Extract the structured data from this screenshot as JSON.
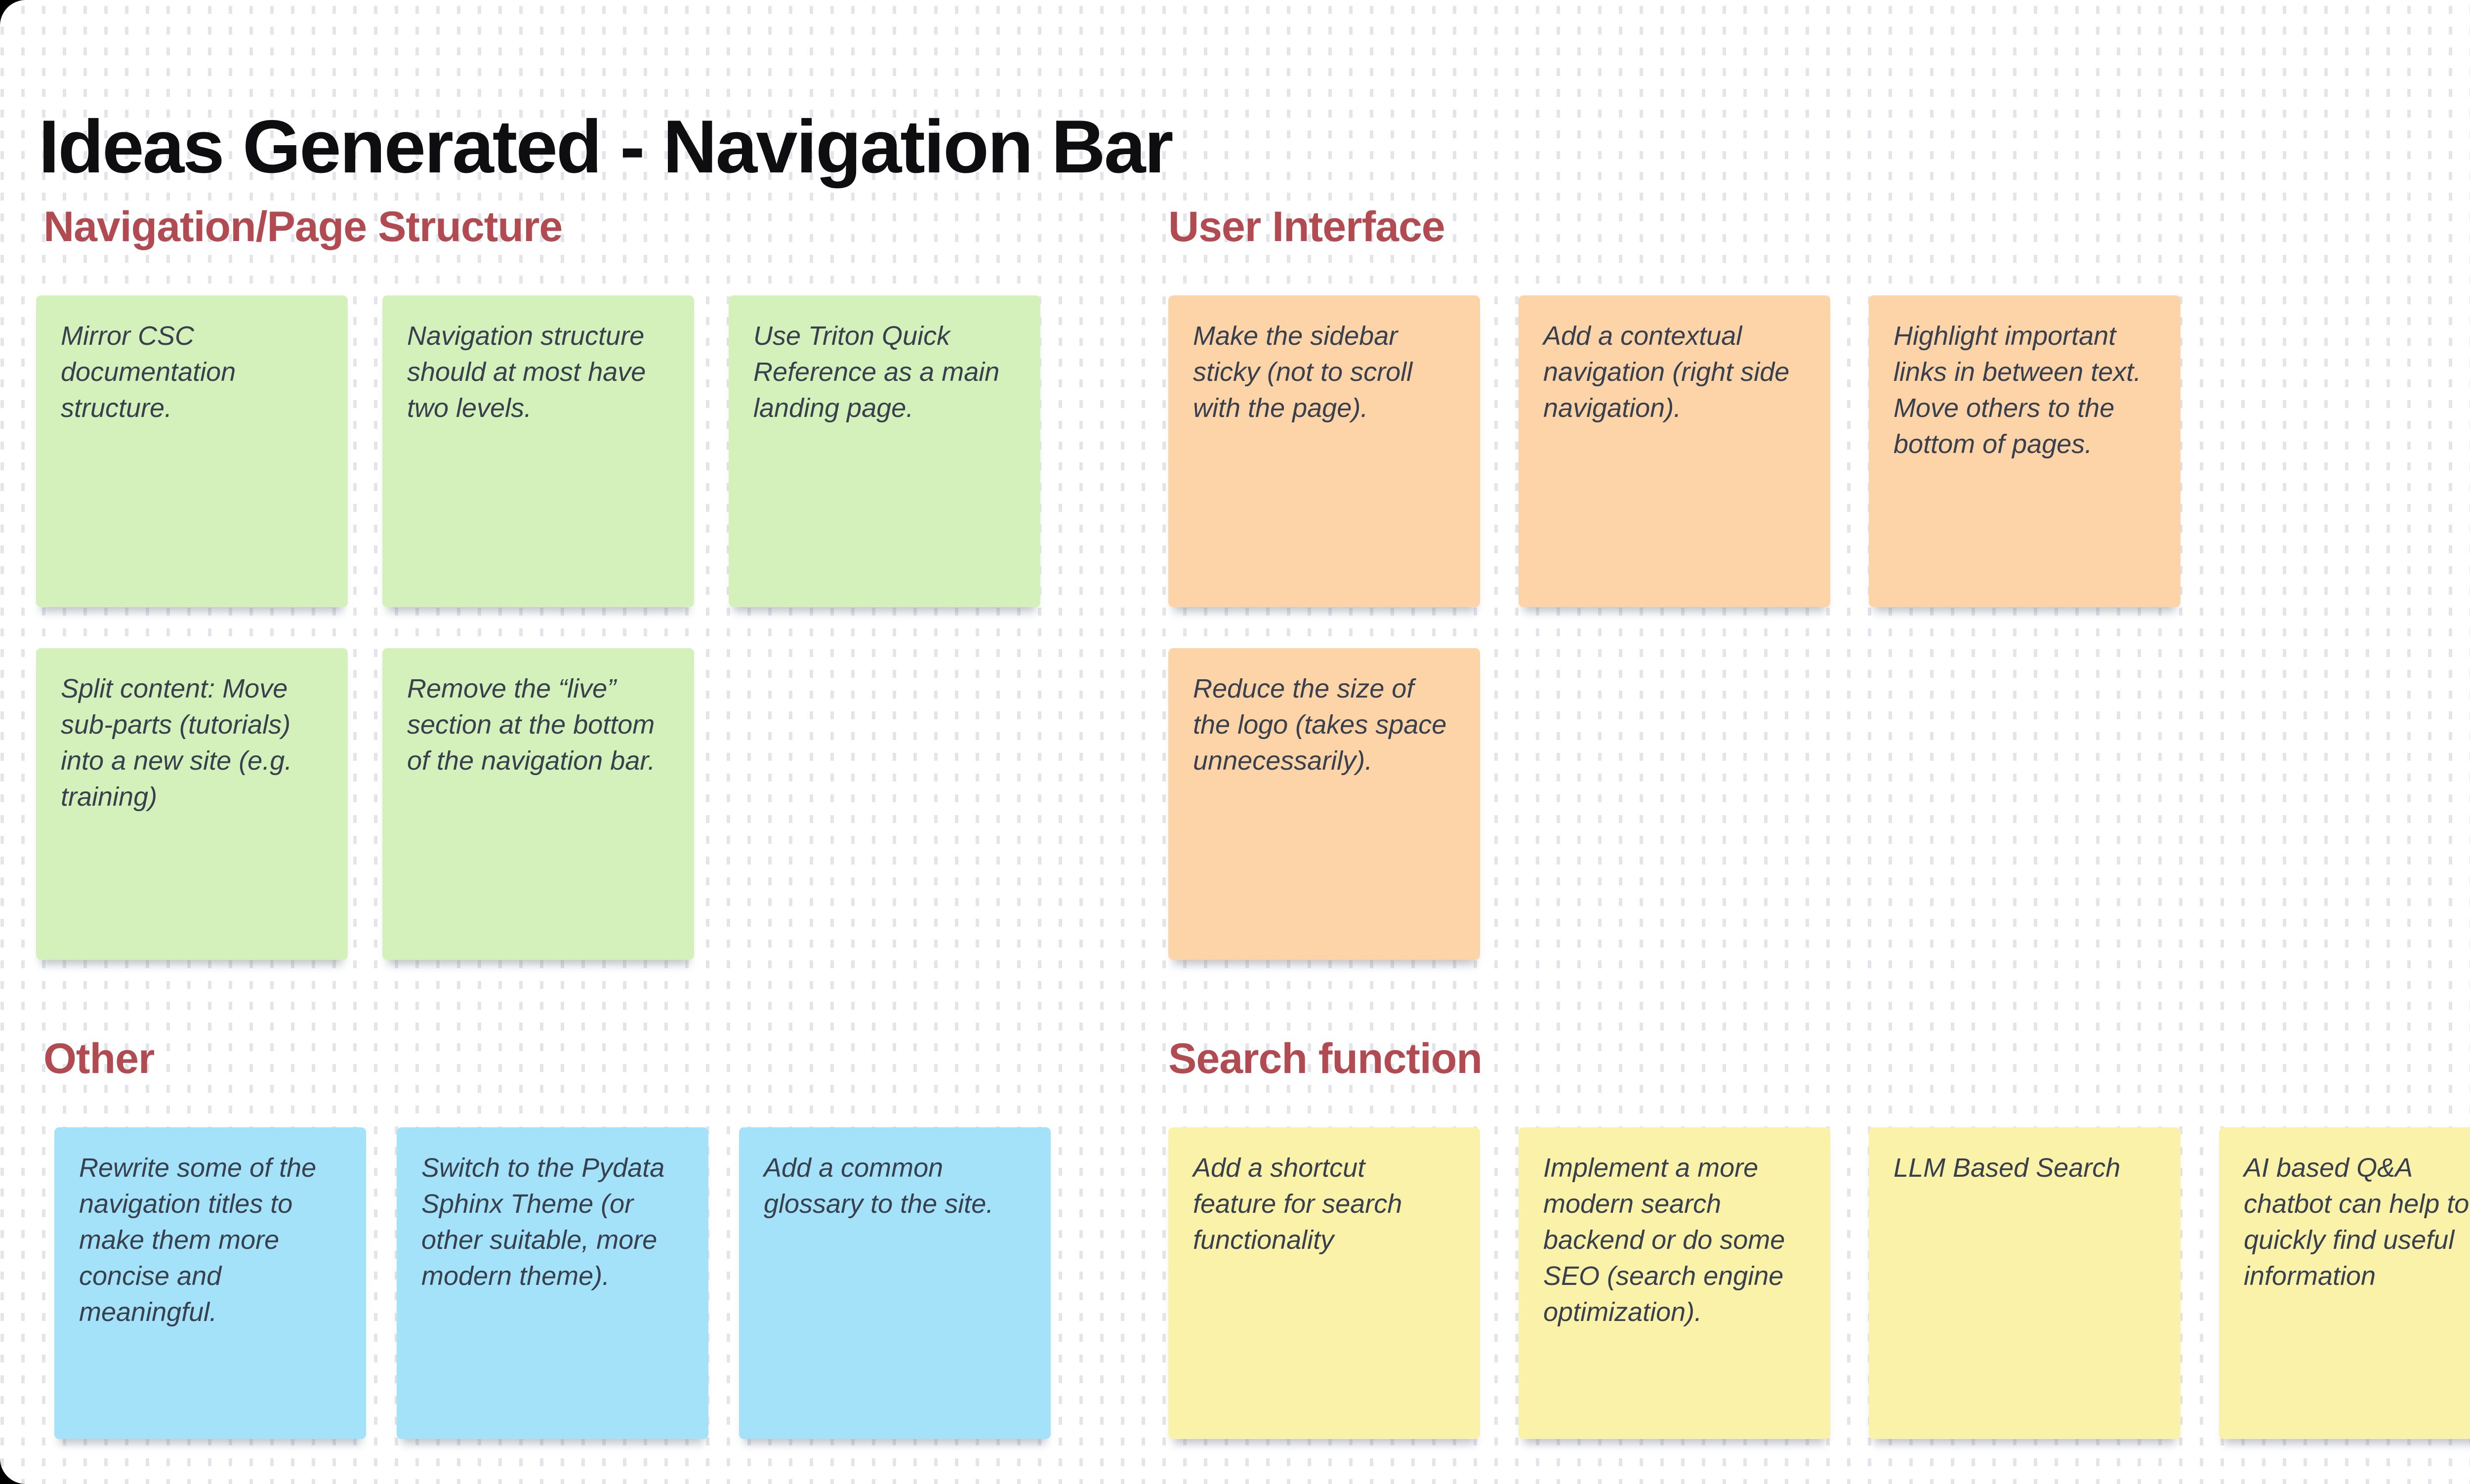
{
  "page": {
    "title": "Ideas Generated - Navigation Bar"
  },
  "colors": {
    "title_text": "#0e0e11",
    "section_header": "#b14a51",
    "note_text": "#38404e",
    "canvas_dot": "#e3e5ea",
    "green": "#d5f1bb",
    "orange": "#fdd3a8",
    "blue": "#a3e2f8",
    "yellow": "#fbf2aa"
  },
  "sections": [
    {
      "id": "navigation-page-structure",
      "label": "Navigation/Page Structure",
      "color": "green",
      "notes": [
        "Mirror CSC documentation structure.",
        "Navigation structure should at most have two levels.",
        "Use Triton Quick Reference as a main landing page.",
        "Split content: Move sub-parts (tutorials) into a new site (e.g. training)",
        "Remove the “live” section at the bottom of the navigation bar."
      ]
    },
    {
      "id": "user-interface",
      "label": "User Interface",
      "color": "orange",
      "notes": [
        "Make the sidebar sticky (not to scroll with the page).",
        "Add a contextual navigation (right side navigation).",
        "Highlight important links in between text. Move others to the bottom of pages.",
        "Reduce the size of the logo (takes space unnecessarily)."
      ]
    },
    {
      "id": "other",
      "label": "Other",
      "color": "blue",
      "notes": [
        "Rewrite some of the navigation titles to make them more concise and meaningful.",
        "Switch to the Pydata Sphinx Theme (or other suitable, more modern theme).",
        "Add a common glossary to the site."
      ]
    },
    {
      "id": "search-function",
      "label": "Search function",
      "color": "yellow",
      "notes": [
        "Add a shortcut feature for search functionality",
        "Implement a more modern search backend or do some SEO (search engine optimization).",
        "LLM Based Search",
        "AI based Q&A chatbot can help to quickly find useful information"
      ]
    }
  ]
}
